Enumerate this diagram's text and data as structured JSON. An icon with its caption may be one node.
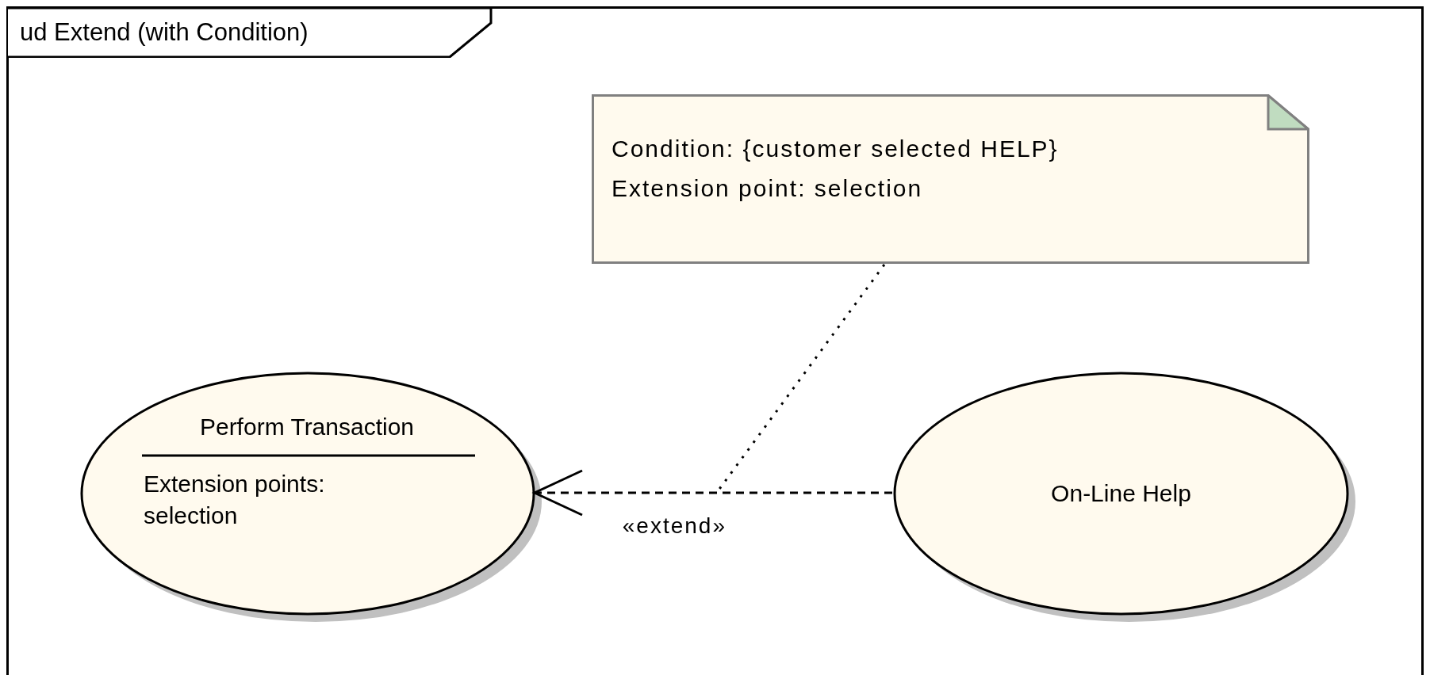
{
  "diagram": {
    "nodes": [
      {
        "text": [
          "ud Extend (with Condition)"
        ]
      },
      {
        "text": [
          "Condition: {customer selected HELP} Extension point: selection"
        ],
        "in": 0
      },
      {
        "text": [
          "Perform Transaction",
          "Extension points: selection"
        ],
        "in": 0
      },
      {
        "text": [
          "On-Line Help"
        ],
        "in": 0
      }
    ],
    "edges": [
      {
        "from": 3,
        "to": 2,
        "arrow": "to",
        "style": "dashed",
        "label": "«extend»"
      },
      {
        "from": 1,
        "to": null,
        "arrow": "none",
        "style": "dashed"
      }
    ]
  }
}
